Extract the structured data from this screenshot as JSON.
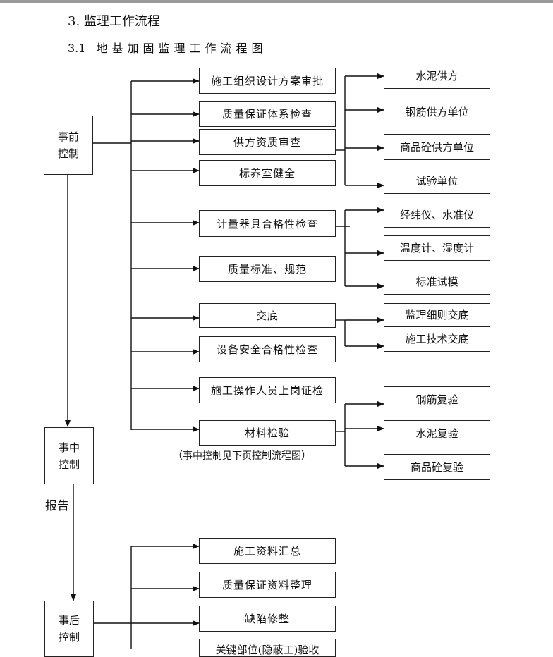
{
  "section_title": "3.  监理工作流程",
  "subsection_title": {
    "number": "3.1",
    "text": "地基加固监理工作流程图"
  },
  "stages": {
    "pre": [
      "事前",
      "控制"
    ],
    "mid": [
      "事中",
      "控制"
    ],
    "post": [
      "事后",
      "控制"
    ]
  },
  "report_label": "报告",
  "note": "（事中控制见下页控制流程图）",
  "pre_steps": [
    "施工组织设计方案审批",
    "质量保证体系检查",
    "供方资质审查",
    "标养室健全",
    "计量器具合格性检查",
    "质量标准、规范",
    "交底",
    "设备安全合格性检查",
    "施工操作人员上岗证检",
    "材料检验"
  ],
  "supplier_items": [
    "水泥供方",
    "钢筋供方单位",
    "商品砼供方单位",
    "试验单位"
  ],
  "instrument_items": [
    "经纬仪、水准仪",
    "温度计、湿度计",
    "标准试模"
  ],
  "briefing_items": [
    "监理细则交底",
    "施工技术交底"
  ],
  "material_items": [
    "钢筋复验",
    "水泥复验",
    "商品砼复验"
  ],
  "post_steps": [
    "施工资料汇总",
    "质量保证资料整理",
    "缺陷修整",
    "关键部位(隐蔽工)验收"
  ]
}
